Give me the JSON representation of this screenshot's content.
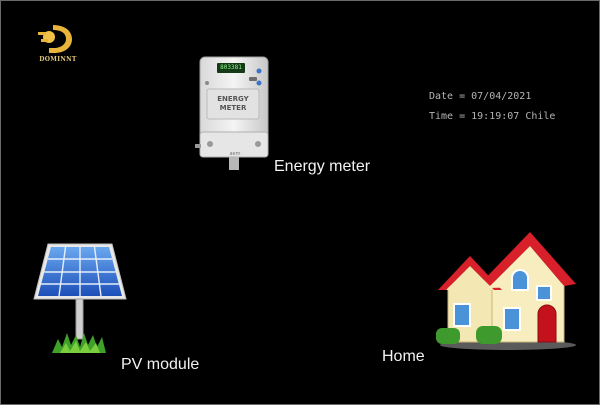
{
  "logo": {
    "text": "DOMINNT"
  },
  "meter": {
    "display": "803381",
    "title_line1": "ENERGY",
    "title_line2": "METER",
    "brand": "aem",
    "label": "Energy meter"
  },
  "status": {
    "date": "Date = 07/04/2021",
    "time": "Time = 19:19:07 Chile"
  },
  "pv": {
    "label": "PV module"
  },
  "home": {
    "label": "Home"
  }
}
